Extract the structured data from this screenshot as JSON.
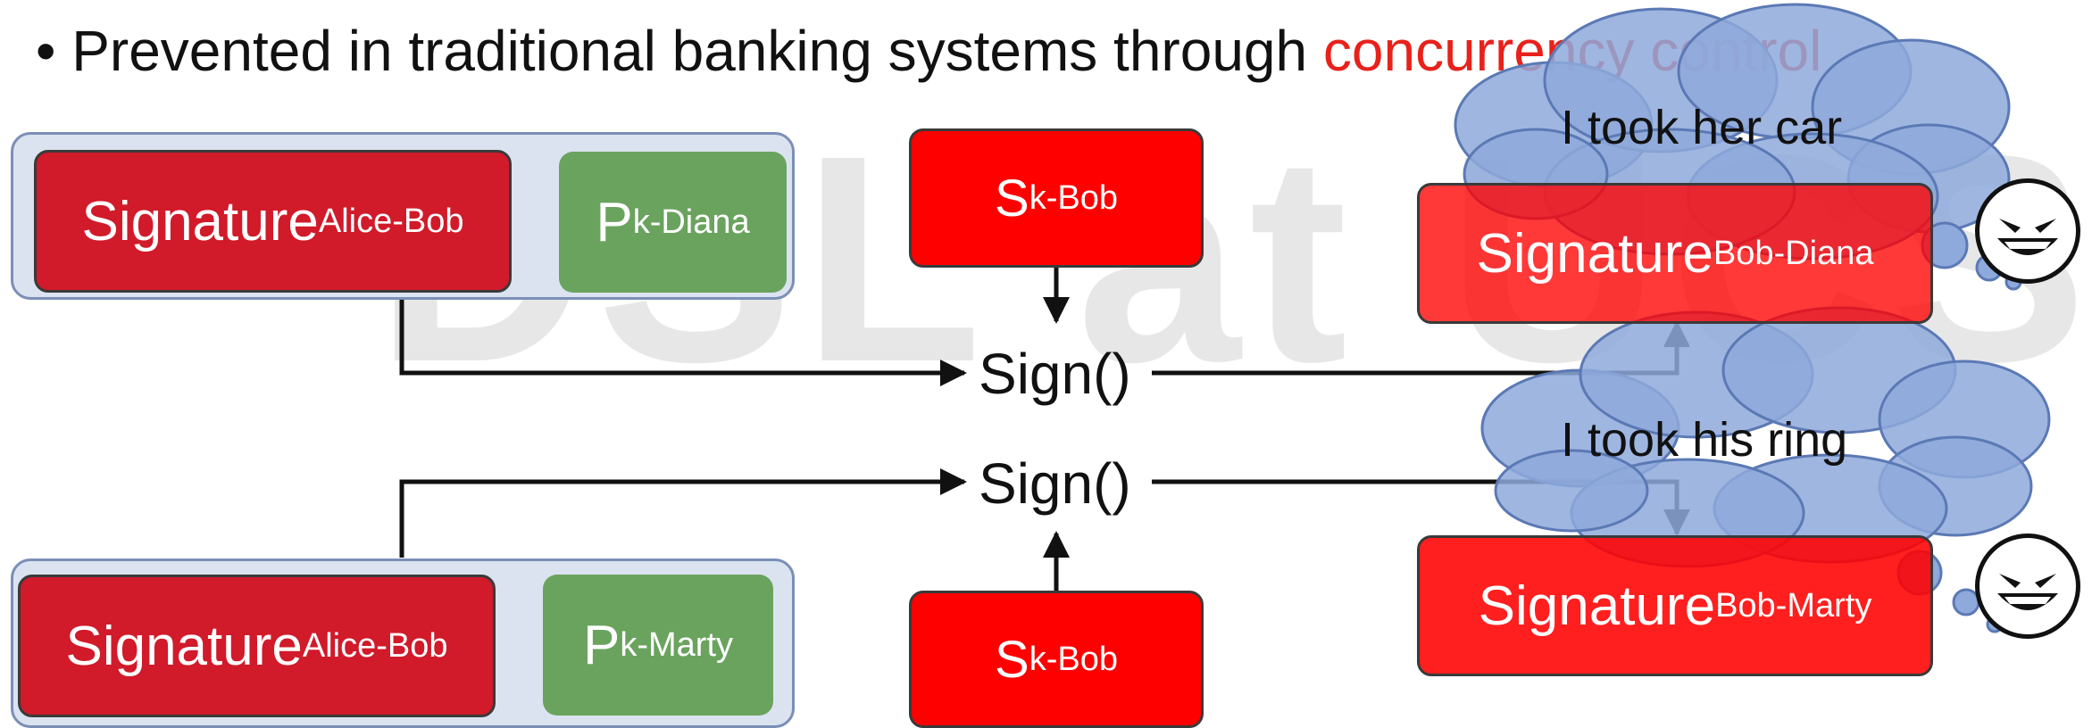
{
  "title": {
    "bullet": "•",
    "prefix": "Prevented in traditional banking systems through",
    "highlight": "concurrency control"
  },
  "watermark": "DSL at UCSB",
  "top_group": {
    "signature": {
      "main": "Signature",
      "sub": "Alice-Bob"
    },
    "pk": {
      "main": "P",
      "sub": "k-Diana"
    }
  },
  "bottom_group": {
    "signature": {
      "main": "Signature",
      "sub": "Alice-Bob"
    },
    "pk": {
      "main": "P",
      "sub": "k-Marty"
    }
  },
  "sk_top": {
    "main": "S",
    "sub": "k-Bob"
  },
  "sk_bottom": {
    "main": "S",
    "sub": "k-Bob"
  },
  "sign_top": "Sign()",
  "sign_bottom": "Sign()",
  "result_top": {
    "main": "Signature",
    "sub": "Bob-Diana"
  },
  "result_bottom": {
    "main": "Signature",
    "sub": "Bob-Marty"
  },
  "cloud_top": "I took her car",
  "cloud_bottom": "I took his ring",
  "colors": {
    "highlight": "#e8211b",
    "signature_dark": "#d11a2a",
    "signature_bright": "#ff0000",
    "pk_green": "#6aa35e",
    "group_bg": "#dbe3f0",
    "cloud": "#8ea9db"
  },
  "icons": [
    "evil-grin-face-icon",
    "evil-grin-face-icon"
  ]
}
